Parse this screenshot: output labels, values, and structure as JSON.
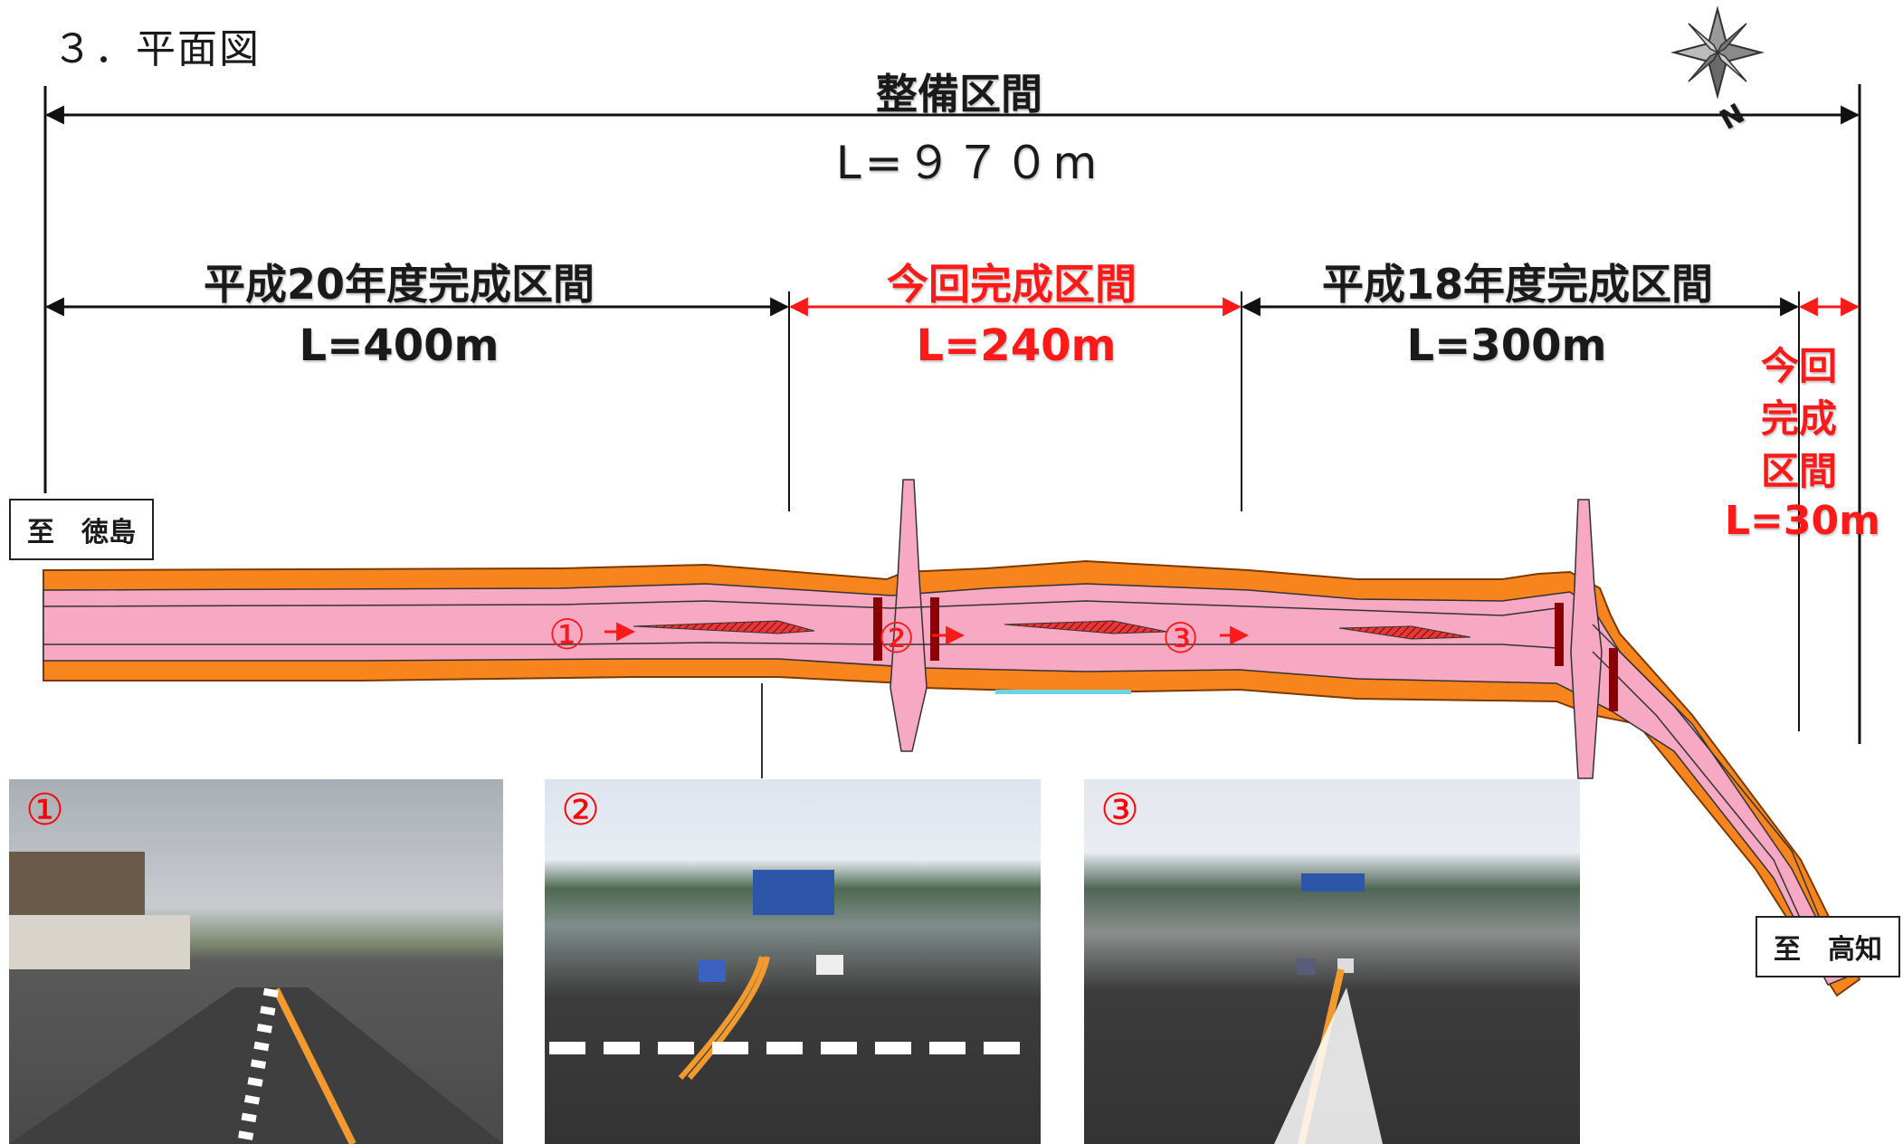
{
  "page_title": "３．平面図",
  "overall": {
    "title": "整備区間",
    "length": "L=９７０m"
  },
  "sections": [
    {
      "title": "平成20年度完成区間",
      "length": "L=400m",
      "color": "#111111"
    },
    {
      "title": "今回完成区間",
      "length": "L=240m",
      "color": "#ff1a1a"
    },
    {
      "title": "平成18年度完成区間",
      "length": "L=300m",
      "color": "#111111"
    }
  ],
  "short_section": {
    "line1": "今回",
    "line2": "完成",
    "line3": "区間",
    "length": "L=30m"
  },
  "destinations": {
    "west": "至　徳島",
    "east": "至　高知"
  },
  "compass": {
    "north_label": "N"
  },
  "markers": [
    "①",
    "②",
    "③"
  ],
  "photos": [
    {
      "label": "①"
    },
    {
      "label": "②"
    },
    {
      "label": "③"
    }
  ],
  "colors": {
    "road": "#f7a8c3",
    "shoulder": "#f7841d",
    "accent_red": "#ff1a1a",
    "hatch": "#cc1111"
  }
}
